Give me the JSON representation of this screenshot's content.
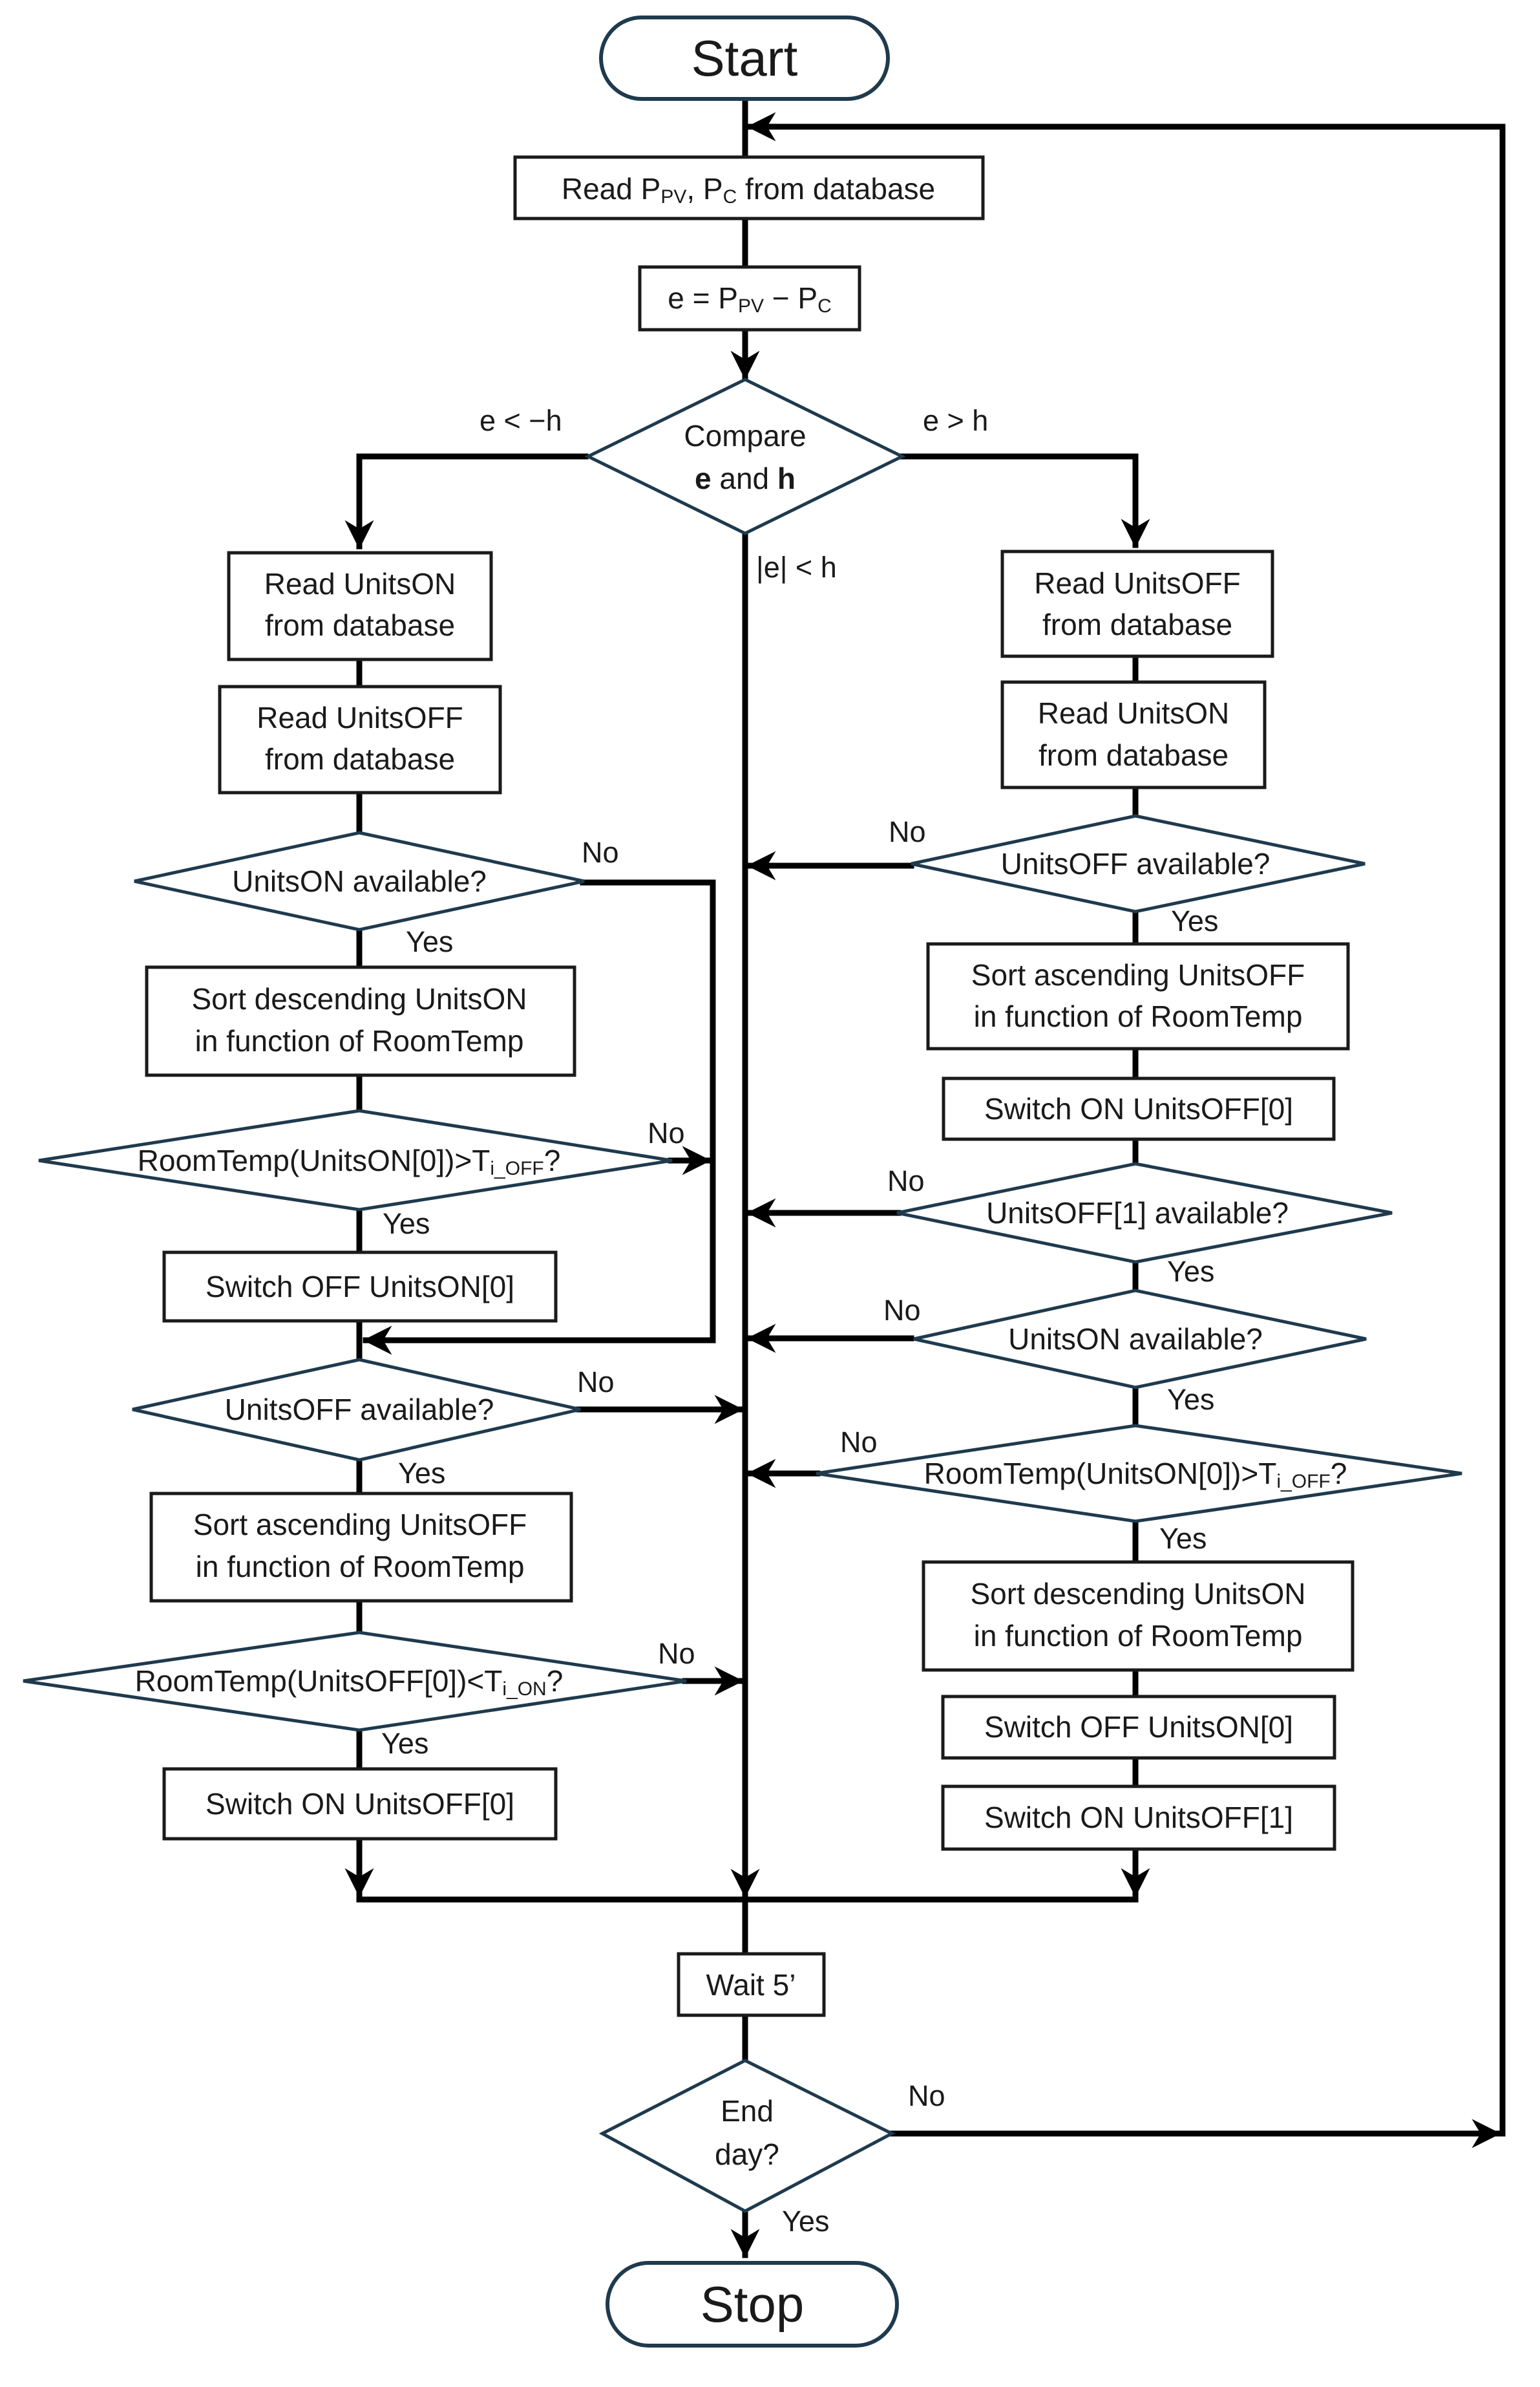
{
  "flowchart": {
    "start": "Start",
    "stop": "Stop",
    "read_power": {
      "pre": "Read P",
      "sub1": "PV",
      "mid": ", P",
      "sub2": "C",
      "post": " from database"
    },
    "error_eq": {
      "pre": "e = P",
      "sub1": "PV",
      "mid": " − P",
      "sub2": "C"
    },
    "compare": {
      "line1": "Compare",
      "e": "e",
      "and": " and ",
      "h": "h"
    },
    "label_e_lt_neg_h": "e < −h",
    "label_e_gt_h": "e > h",
    "label_abs_e_lt_h": "|e| < h",
    "left": {
      "read_units_on": [
        "Read UnitsON",
        "from database"
      ],
      "read_units_off": [
        "Read UnitsOFF",
        "from database"
      ],
      "units_on_available": "UnitsON available?",
      "sort_desc_units_on": [
        "Sort descending UnitsON",
        "in function of RoomTemp"
      ],
      "roomtemp_on_cond": {
        "pre": "RoomTemp(UnitsON[0])>T",
        "sub": "i_OFF",
        "post": "?"
      },
      "switch_off_units_on0": "Switch OFF UnitsON[0]",
      "units_off_available": "UnitsOFF available?",
      "sort_asc_units_off": [
        "Sort ascending UnitsOFF",
        "in function of RoomTemp"
      ],
      "roomtemp_off_cond": {
        "pre": "RoomTemp(UnitsOFF[0])<T",
        "sub": "i_ON",
        "post": "?"
      },
      "switch_on_units_off0": "Switch ON UnitsOFF[0]"
    },
    "right": {
      "read_units_off": [
        "Read UnitsOFF",
        "from database"
      ],
      "read_units_on": [
        "Read UnitsON",
        "from database"
      ],
      "units_off_available": "UnitsOFF available?",
      "sort_asc_units_off": [
        "Sort ascending UnitsOFF",
        "in function of RoomTemp"
      ],
      "switch_on_units_off0": "Switch ON UnitsOFF[0]",
      "units_off1_available": "UnitsOFF[1] available?",
      "units_on_available": "UnitsON available?",
      "roomtemp_on_cond": {
        "pre": "RoomTemp(UnitsON[0])>T",
        "sub": "i_OFF",
        "post": "?"
      },
      "sort_desc_units_on": [
        "Sort descending UnitsON",
        "in function of RoomTemp"
      ],
      "switch_off_units_on0": "Switch OFF UnitsON[0]",
      "switch_on_units_off1": "Switch ON UnitsOFF[1]"
    },
    "wait": "Wait 5’",
    "end_day": [
      "End",
      "day?"
    ],
    "yes": "Yes",
    "no": "No"
  },
  "colors": {
    "line": "#000000",
    "shape_border": "#1f3a4d",
    "text": "#1a1a1a"
  }
}
